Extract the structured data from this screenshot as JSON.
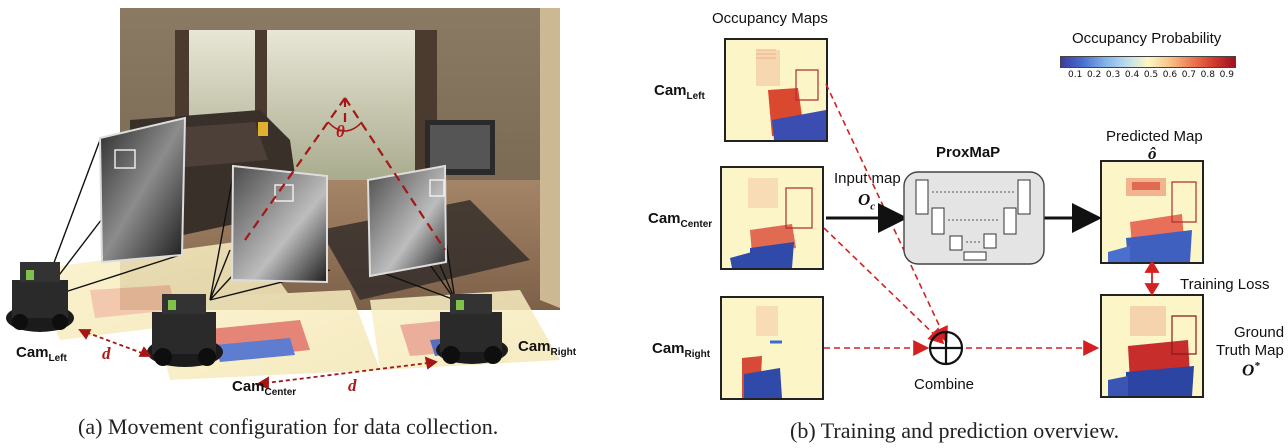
{
  "left_panel": {
    "caption": "(a) Movement configuration for data collection.",
    "angle_label": "θ",
    "distance_label": "d",
    "cameras": [
      {
        "main": "Cam",
        "sub": "Left"
      },
      {
        "main": "Cam",
        "sub": "Center"
      },
      {
        "main": "Cam",
        "sub": "Right"
      }
    ]
  },
  "right_panel": {
    "caption": "(b) Training and prediction overview.",
    "occupancy_title": "Occupancy Maps",
    "colorbar": {
      "title": "Occupancy Probability",
      "ticks": [
        "0.1",
        "0.2",
        "0.3",
        "0.4",
        "0.5",
        "0.6",
        "0.7",
        "0.8",
        "0.9"
      ],
      "colors": [
        "#3b3ba0",
        "#4a6fcf",
        "#7fb0e8",
        "#bcdcf0",
        "#fdf7c4",
        "#f8c387",
        "#ee7a52",
        "#d33a2f",
        "#9e1022"
      ]
    },
    "cameras": [
      {
        "main": "Cam",
        "sub": "Left"
      },
      {
        "main": "Cam",
        "sub": "Center"
      },
      {
        "main": "Cam",
        "sub": "Right"
      }
    ],
    "model_label": "ProxMaP",
    "input_label": "Input map",
    "input_symbol": "O",
    "input_symbol_sub": "c",
    "predicted_label": "Predicted Map",
    "predicted_symbol": "ô",
    "training_loss": "Training Loss",
    "ground_truth_line1": "Ground",
    "ground_truth_line2": "Truth Map",
    "ground_truth_symbol": "O",
    "ground_truth_sup": "*",
    "combine_label": "Combine"
  }
}
